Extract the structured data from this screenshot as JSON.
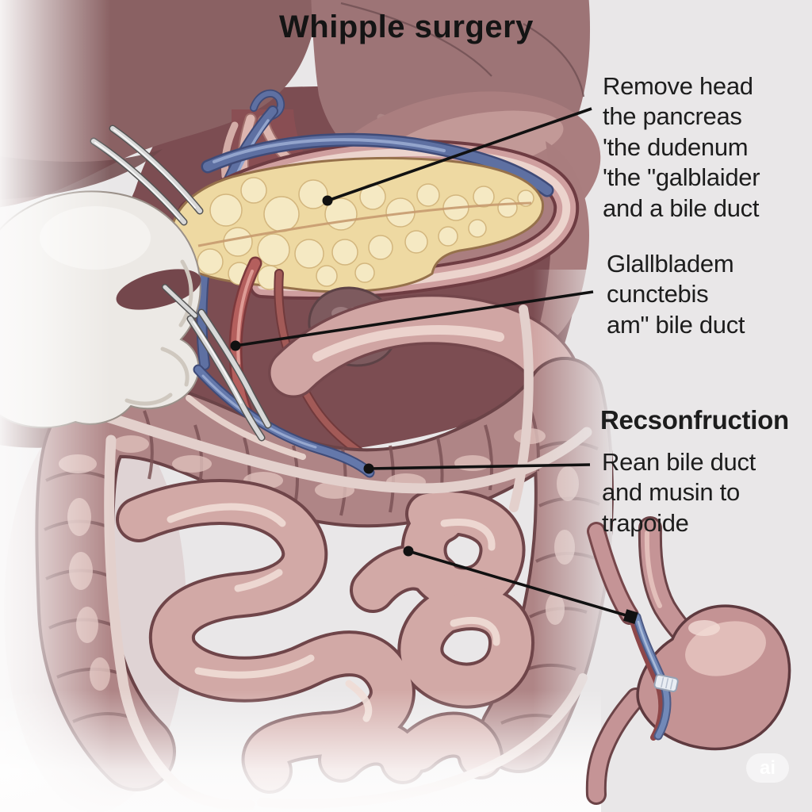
{
  "title": "Whipple surgery",
  "labels": {
    "remove_head": "Remove head\nthe pancreas\n'the dudenum\n'the \"galblaider\nand a bile duct",
    "gallbladder_duct": "Glallbladem\ncunctebis\nam\" bile duct",
    "reconstruction_heading": "Recsonfruction",
    "reconstruction_body": "Rean bile duct\nand musin to\ntrapoide"
  },
  "watermark": "ai",
  "colors": {
    "background": "#e9e7e8",
    "title_text": "#141414",
    "label_text": "#1d1d1d",
    "leader_line": "#111111",
    "pancreas_yellow": "#eed9a2",
    "pancreas_lobule": "#f5e9c3",
    "duodenum_ring_pink": "#cf9f9f",
    "liver_brown": "#8a6163",
    "stomach_mauve": "#aa7e7f",
    "colon_mauve": "#af8586",
    "intestine_pink": "#d2a9a6",
    "vein_blue": "#5e70a2",
    "bile_duct_red": "#b45f5d",
    "glove_white": "#ece9e5",
    "forceps_metal": "#d8d8d8",
    "inset_stomach_pink": "#c49394",
    "clip_silver": "#e9edf3",
    "watermark_text": "#ffffff"
  }
}
